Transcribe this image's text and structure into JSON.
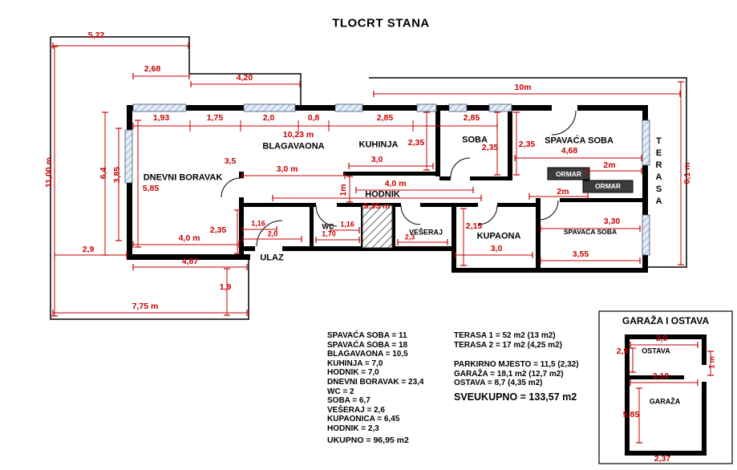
{
  "title": "TLOCRT STANA",
  "colors": {
    "dimension_red": "#c80000",
    "wall_black": "#000000",
    "window_blue": "#7c9cc4"
  },
  "rooms": {
    "blagavaona": "BLAGAVAONA",
    "kuhinja": "KUHINJA",
    "soba": "SOBA",
    "spavaca1": "SPAVAĆA SOBA",
    "terasa": "TERASA",
    "dnevni": "DNEVNI BORAVAK",
    "hodnik": "HODNIK",
    "wc": "WC",
    "veseraj": "VEŠERAJ",
    "kupaona": "KUPAONA",
    "spavaca2": "SPAVAĆA SOBA",
    "ulaz": "ULAZ",
    "ormar1": "ORMAR",
    "ormar2": "ORMAR"
  },
  "dims": {
    "d522": "5,22",
    "d268": "2,68",
    "d420": "4,20",
    "d10m": "10m",
    "d193": "1,93",
    "d175": "1,75",
    "d20a": "2,0",
    "d08": "0,8",
    "d285a": "2,85",
    "d285b": "2,85",
    "d1023": "10,23 m",
    "d235kuh": "2,35",
    "d30kuh": "3,0",
    "d35": "3,5",
    "d30m": "3,0 m",
    "d235soba": "2,35",
    "d235sp": "2,35",
    "d468": "4,68",
    "d1100": "11,00 m",
    "d64": "6,4",
    "d385": "3,85",
    "d585": "5,85",
    "d2ma": "2m",
    "d2mb": "2m",
    "d61": "6,1 m",
    "d1m": "1m",
    "d40hod": "4,0 m",
    "d535": "5,35 m",
    "d235dn": "2,35",
    "d116a": "1,16",
    "d20b": "2,0",
    "d116b": "1,16",
    "d170": "1,70",
    "d23": "2,3",
    "d215": "2,15",
    "d30kup": "3,0",
    "d330": "3,30",
    "d355": "3,55",
    "d40dn": "4,0 m",
    "d29": "2,9",
    "d487": "4,87",
    "d19": "1,9",
    "d775": "7,75 m"
  },
  "legend_left": [
    "SPAVAĆA SOBA = 11",
    "SPAVAĆA SOBA = 18",
    "BLAGAVAONA = 10,5",
    "KUHINJA = 7,0",
    "HODNIK = 7,0",
    "DNEVNI BORAVAK = 23,4",
    "WC = 2",
    "SOBA = 6,7",
    "VEŠERAJ = 2,6",
    "KUPAONICA = 6,45",
    "HODNIK = 2,3"
  ],
  "legend_left_total": "UKUPNO = 96,95 m2",
  "legend_right_terraces": [
    "TERASA 1 = 52 m2 (13 m2)",
    "TERASA 2 = 17 m2 (4,25 m2)"
  ],
  "legend_right_other": [
    "PARKIRNO MJESTO = 11,5 (2,32)",
    "GARAŽA = 18,1 m2 (12,7 m2)",
    "OSTAVA = 8,7 (4,35 m2)"
  ],
  "grand_total": "SVEUKUPNO = 133,57 m2",
  "garage": {
    "title": "GARAŽA I OSTAVA",
    "ostava": "OSTAVA",
    "garaza": "GARAŽA",
    "d30": "3,0",
    "d29": "2,9",
    "d1m": "1 m",
    "d310": "3,10",
    "d585": "5,85",
    "d237": "2,37"
  }
}
